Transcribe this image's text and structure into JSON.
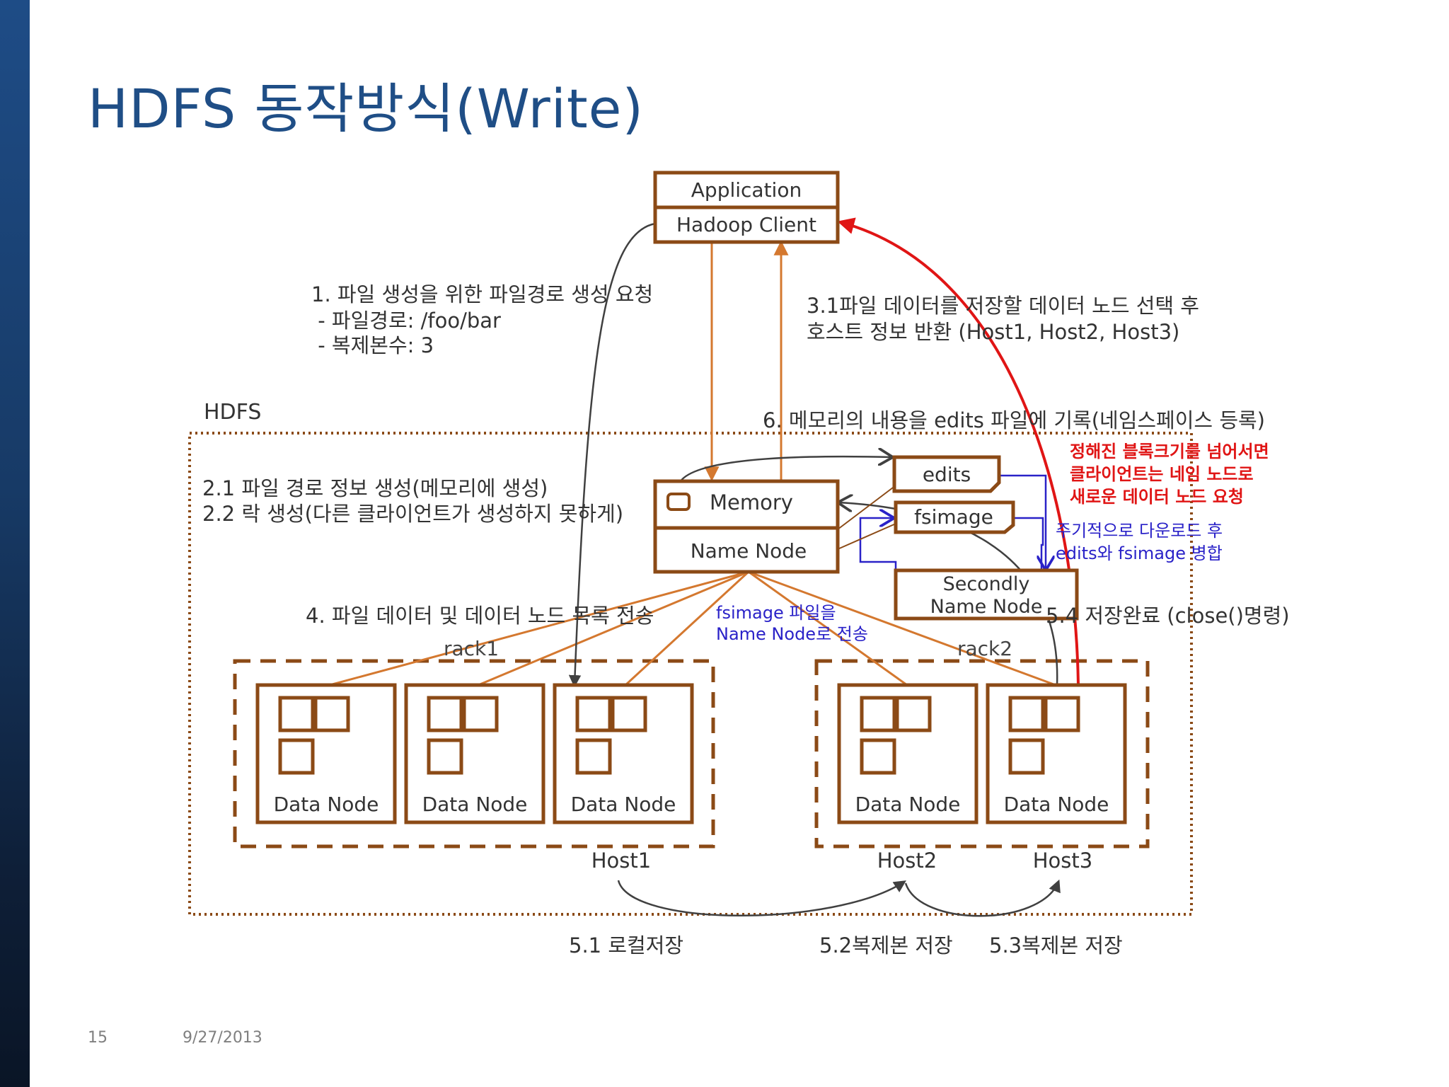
{
  "slide": {
    "title": "HDFS 동작방식(Write)",
    "page_number": "15",
    "date": "9/27/2013"
  },
  "colors": {
    "brown": "#8b4a16",
    "orange_line": "#d4782f",
    "red": "#e01515",
    "blue": "#2a22c8",
    "dark": "#404040",
    "title": "#1f4e86"
  },
  "client": {
    "top_label": "Application",
    "bottom_label": "Hadoop Client"
  },
  "hdfs_label": "HDFS",
  "name_node": {
    "memory_label": "Memory",
    "label": "Name Node"
  },
  "edits_label": "edits",
  "fsimage_label": "fsimage",
  "secondary_name_node": {
    "line1": "Secondly",
    "line2": "Name Node"
  },
  "racks": [
    "rack1",
    "rack2"
  ],
  "data_nodes": [
    "Data Node",
    "Data Node",
    "Data Node",
    "Data Node",
    "Data Node"
  ],
  "hosts": [
    "Host1",
    "Host2",
    "Host3"
  ],
  "annotations": {
    "step1": [
      "1.  파일 생성을 위한 파일경로 생성 요청",
      " - 파일경로: /foo/bar",
      " - 복제본수: 3"
    ],
    "step2": [
      "2.1 파일 경로 정보 생성(메모리에 생성)",
      "2.2 락 생성(다른 클라이언트가 생성하지 못하게)"
    ],
    "step3": [
      "3.1파일 데이터를 저장할 데이터 노드 선택 후",
      "호스트 정보 반환 (Host1, Host2, Host3)"
    ],
    "step4": "4. 파일 데이터 및 데이터 노드 목록 전송",
    "step6": "6. 메모리의 내용을 edits 파일에 기록(네임스페이스 등록)",
    "red_note": [
      "정해진 블록크기를 넘어서면",
      "클라이언트는 네임 노드로",
      "새로운 데이터 노드 요청"
    ],
    "blue_merge": [
      "주기적으로 다운로드 후",
      "edits와 fsimage 병합"
    ],
    "blue_transfer": [
      "fsimage 파일을",
      "Name Node로 전송"
    ],
    "step5_4": "5.4 저장완료 (close()명령)",
    "step5_1": "5.1 로컬저장",
    "step5_2": "5.2복제본 저장",
    "step5_3": "5.3복제본 저장"
  }
}
